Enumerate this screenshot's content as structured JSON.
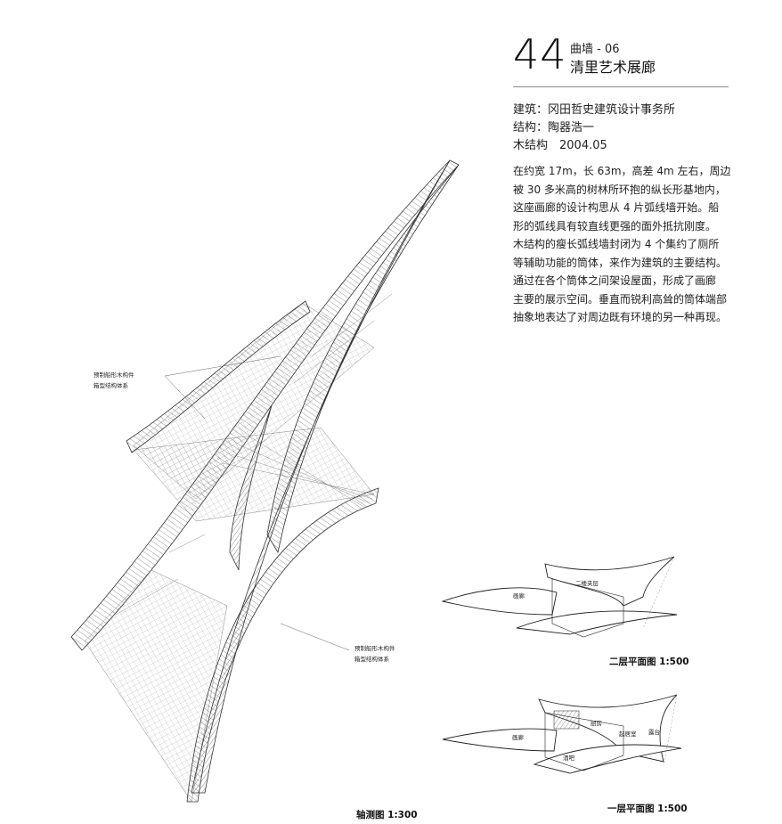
{
  "header": {
    "number": "44",
    "category": "曲墙 - 06",
    "title": "清里艺术展廊"
  },
  "credits": {
    "architecture": "建筑：冈田哲史建筑设计事务所",
    "structure": "结构：陶器浩一",
    "timber": "木结构　2004.05"
  },
  "description": [
    "在约宽 17m，长 63m，高差 4m 左右，周边",
    "被 30 多米高的树林所环抱的纵长形基地内，",
    "这座画廊的设计构思从 4 片弧线墙开始。船",
    "形的弧线具有较直线更强的面外抵抗刚度。",
    "木结构的瘦长弧线墙封闭为 4 个集约了厕所",
    "等辅助功能的筒体，来作为建筑的主要结构。",
    "通过在各个筒体之间架设屋面，形成了画廊",
    "主要的展示空间。垂直而锐利高耸的筒体端部",
    "抽象地表达了对周边既有环境的另一种再现。"
  ],
  "axonometric": {
    "callout_top": [
      "预制船形木构件",
      "箱型结构体系"
    ],
    "callout_bottom": [
      "预制船形木构件",
      "箱型结构体系"
    ],
    "caption": "轴测图 1:300"
  },
  "plan_upper": {
    "rooms": [
      "画廊",
      "二楼夹层"
    ],
    "caption": "二层平面图 1:500"
  },
  "plan_lower": {
    "rooms": [
      "画廊",
      "厨房",
      "起居室",
      "露台",
      "酒吧"
    ],
    "caption": "一层平面图 1:500"
  }
}
